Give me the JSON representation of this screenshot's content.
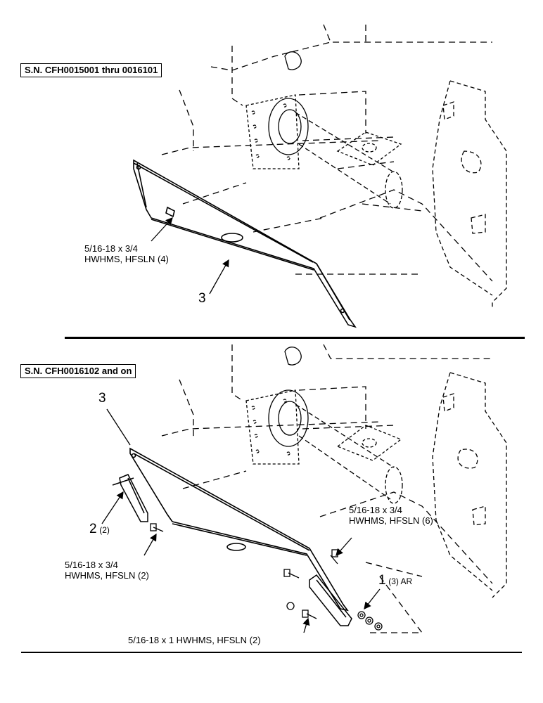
{
  "top": {
    "serial": "S.N. CFH0015001 thru 0016101",
    "bolt_line1": "5/16-18 x 3/4",
    "bolt_line2": "HWHMS, HFSLN (4)",
    "callout_shield": "3"
  },
  "bottom": {
    "serial": "S.N. CFH0016102 and on",
    "callout_shield": "3",
    "callout_bracket": "2",
    "callout_bracket_qty": "(2)",
    "left_bolt_line1": "5/16-18 x 3/4",
    "left_bolt_line2": "HWHMS, HFSLN (2)",
    "right_bolt_line1": "5/16-18 x 3/4",
    "right_bolt_line2": "HWHMS, HFSLN (6)",
    "callout_washer": "1",
    "callout_washer_qty": "(3) AR",
    "bottom_bolt": "5/16-18 x 1 HWHMS, HFSLN (2)"
  }
}
